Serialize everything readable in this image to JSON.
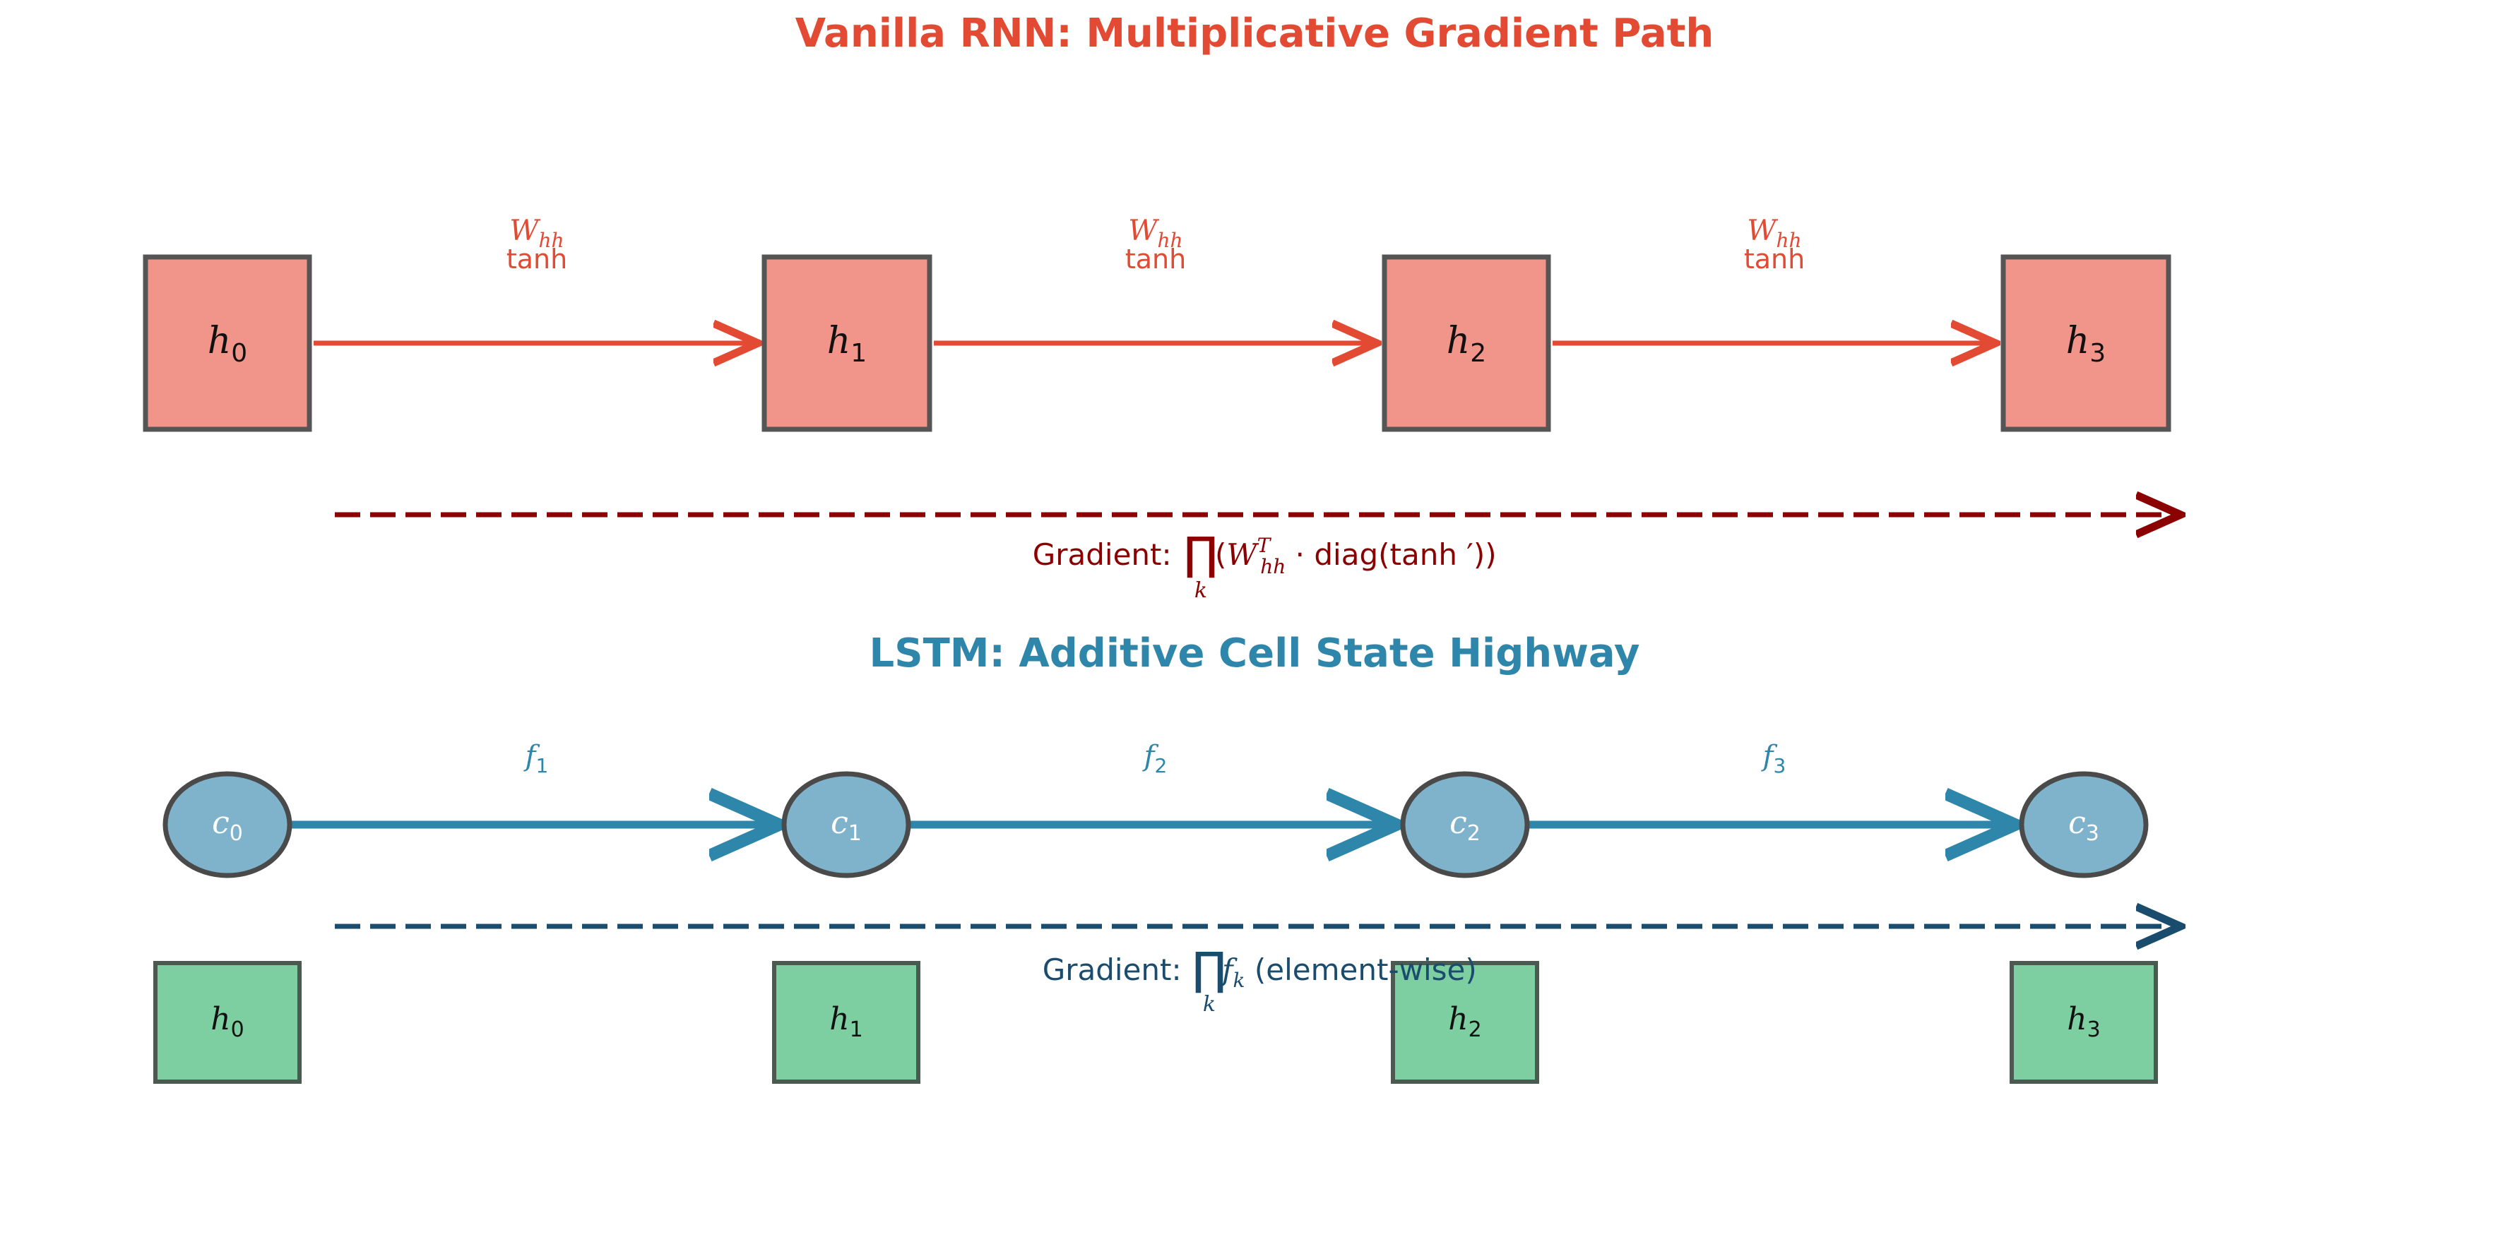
{
  "rnn": {
    "title": "Vanilla RNN: Multiplicative Gradient Path",
    "color_title": "#e34a33",
    "node_fill": "#f1948a",
    "node_stroke": "#555555",
    "edge_color": "#e34a33",
    "gradient_color": "#8b0000",
    "nodes": [
      {
        "base": "h",
        "sub": "0"
      },
      {
        "base": "h",
        "sub": "1"
      },
      {
        "base": "h",
        "sub": "2"
      },
      {
        "base": "h",
        "sub": "3"
      }
    ],
    "edges": [
      {
        "weight_base": "W",
        "weight_sub": "hh",
        "activation": "tanh"
      },
      {
        "weight_base": "W",
        "weight_sub": "hh",
        "activation": "tanh"
      },
      {
        "weight_base": "W",
        "weight_sub": "hh",
        "activation": "tanh"
      }
    ],
    "gradient": {
      "prefix": "Gradient: ",
      "product_symbol": "∏",
      "product_index": "k",
      "open": "(",
      "w_base": "W",
      "w_sup": "T",
      "w_sub": "hh",
      "rest": " · diag(tanh ′))"
    }
  },
  "lstm": {
    "title": "LSTM: Additive Cell State Highway",
    "color_title": "#2e86ab",
    "cell_fill": "#7fb3cc",
    "cell_stroke": "#4a4a4a",
    "edge_color": "#2e86ab",
    "gradient_color": "#1a4c6e",
    "hidden_fill": "#7dcea0",
    "hidden_stroke": "#4a5a50",
    "cells": [
      {
        "base": "c",
        "sub": "0"
      },
      {
        "base": "c",
        "sub": "1"
      },
      {
        "base": "c",
        "sub": "2"
      },
      {
        "base": "c",
        "sub": "3"
      }
    ],
    "edges": [
      {
        "gate_base": "f",
        "gate_sub": "1"
      },
      {
        "gate_base": "f",
        "gate_sub": "2"
      },
      {
        "gate_base": "f",
        "gate_sub": "3"
      }
    ],
    "hidden": [
      {
        "base": "h",
        "sub": "0"
      },
      {
        "base": "h",
        "sub": "1"
      },
      {
        "base": "h",
        "sub": "2"
      },
      {
        "base": "h",
        "sub": "3"
      }
    ],
    "gradient": {
      "prefix": "Gradient: ",
      "product_symbol": "∏",
      "product_index": "k",
      "f_base": "f",
      "f_sub": "k",
      "rest": " (element-wise)"
    }
  }
}
